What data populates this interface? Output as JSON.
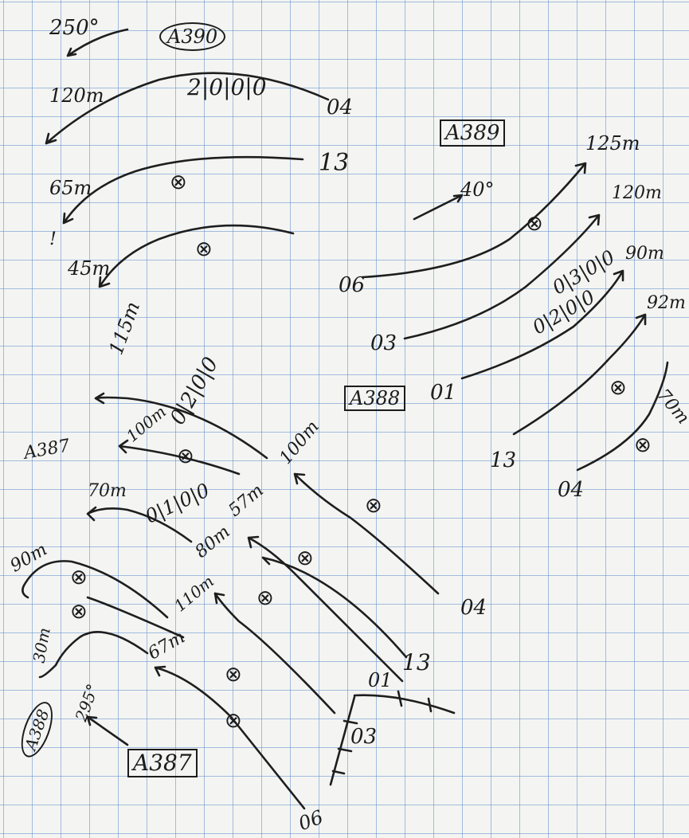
{
  "top_left": {
    "heading_250": "250°",
    "tag_a390": "A390",
    "lane_04_code": "2|0|0|0",
    "lane_04_dist": "120m",
    "lane_04_end": "04",
    "lane_13_dist": "65m",
    "lane_13_end": "13",
    "lane_third_dist": "45m",
    "exclaim": "!"
  },
  "top_right": {
    "tag_a389": "A389",
    "heading_40": "40°",
    "lane_06_dist": "125m",
    "lane_06_start": "06",
    "lane_03_dist": "120m",
    "lane_03_start": "03",
    "lane_01_code": "0|3|0|0",
    "lane_01_dist": "90m",
    "lane_01_start": "01",
    "lane_01_code2": "0|2|0|0",
    "tag_a388": "A388",
    "lane_13_dist": "92m",
    "lane_13_start": "13",
    "lane_04_dist": "70m",
    "lane_04_start": "04"
  },
  "bottom_left": {
    "dist_115": "115m",
    "code_0200": "0|2|0|0",
    "tag_a387_paren": "A387",
    "dist_100a": "100m",
    "dist_100b": "100m",
    "dist_70": "70m",
    "code_0100": "0|1|0|0",
    "dist_57": "57m",
    "dist_80": "80m",
    "dist_90": "90m",
    "dist_110": "110m",
    "dist_30": "30m",
    "dist_67": "67m",
    "heading_295": "295°",
    "tag_a388_oval": "A388",
    "tag_a387_box": "A387",
    "lane_04": "04",
    "lane_01": "01",
    "lane_13": "13",
    "lane_03": "03",
    "lane_06": "06"
  },
  "symbols": {
    "crossing_glyph": "⊗"
  }
}
